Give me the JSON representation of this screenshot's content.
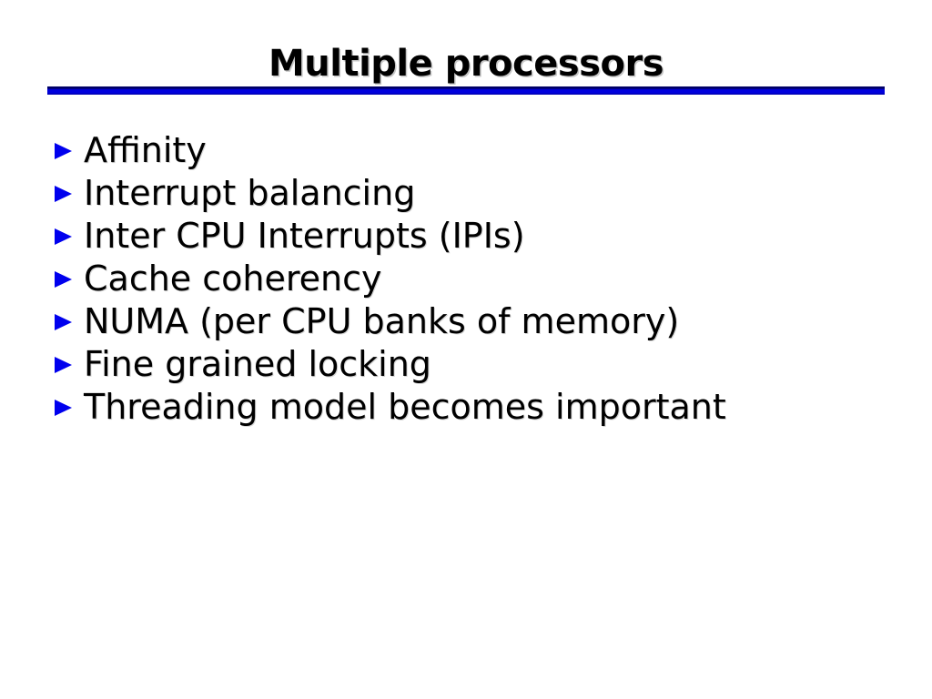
{
  "slide": {
    "title": "Multiple processors",
    "bullets": [
      "Affinity",
      "Interrupt balancing",
      "Inter CPU Interrupts (IPIs)",
      "Cache coherency",
      "NUMA (per CPU banks of memory)",
      "Fine grained locking",
      "Threading model becomes important"
    ]
  },
  "colors": {
    "background": "#ffffff",
    "text": "#000000",
    "rule_blue": "#0000dd",
    "rule_dark": "#000066",
    "rule_mid": "#0000a0",
    "bullet_blue": "#0000ee"
  }
}
